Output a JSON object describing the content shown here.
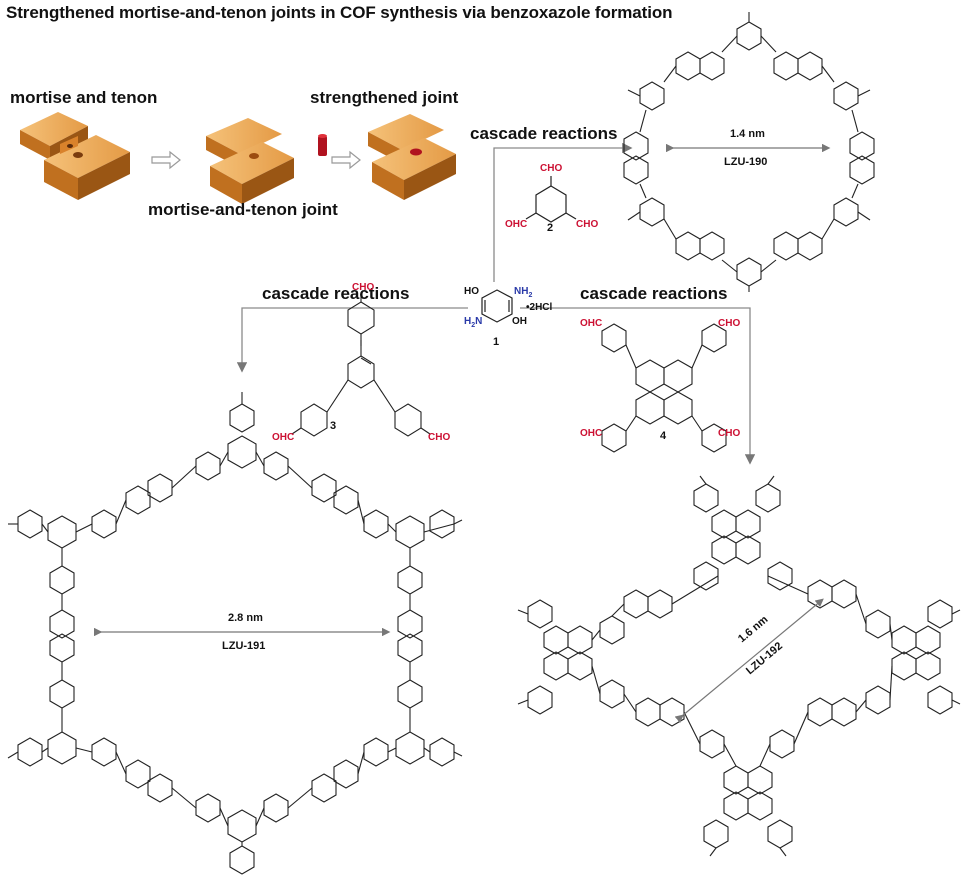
{
  "title": "Strengthened mortise-and-tenon joints in COF synthesis via benzoxazole formation",
  "joint_panel": {
    "mortise_and_tenon": "mortise and tenon",
    "strengthened_joint": "strengthened joint",
    "mortise_and_tenon_joint": "mortise-and-tenon joint"
  },
  "reactions": {
    "to_190": "cascade reactions",
    "to_191": "cascade reactions",
    "to_192": "cascade reactions"
  },
  "monomer_1": {
    "label": "1",
    "oh_top": "HO",
    "nh2_top": "NH",
    "nh2_top_sub": "2",
    "h2n_bottom": "H",
    "h2n_bottom_sub": "2",
    "h2n_bottom_tail": "N",
    "oh_bottom": "OH",
    "salt": "•2HCl"
  },
  "monomer_2": {
    "label": "2",
    "cho": "CHO",
    "ohc": "OHC"
  },
  "monomer_3": {
    "label": "3",
    "cho": "CHO",
    "ohc": "OHC"
  },
  "monomer_4": {
    "label": "4",
    "cho": "CHO",
    "ohc": "OHC"
  },
  "cof_190": {
    "name": "LZU-190",
    "pore": "1.4 nm"
  },
  "cof_191": {
    "name": "LZU-191",
    "pore": "2.8 nm"
  },
  "cof_192": {
    "name": "LZU-192",
    "pore": "1.6 nm"
  },
  "colors": {
    "wood": "#d9822b",
    "wood_dark": "#a85a17",
    "oxygen_red": "#cc1133",
    "nitrogen_blue": "#2a3aa8",
    "arrow_gray": "#888888"
  }
}
